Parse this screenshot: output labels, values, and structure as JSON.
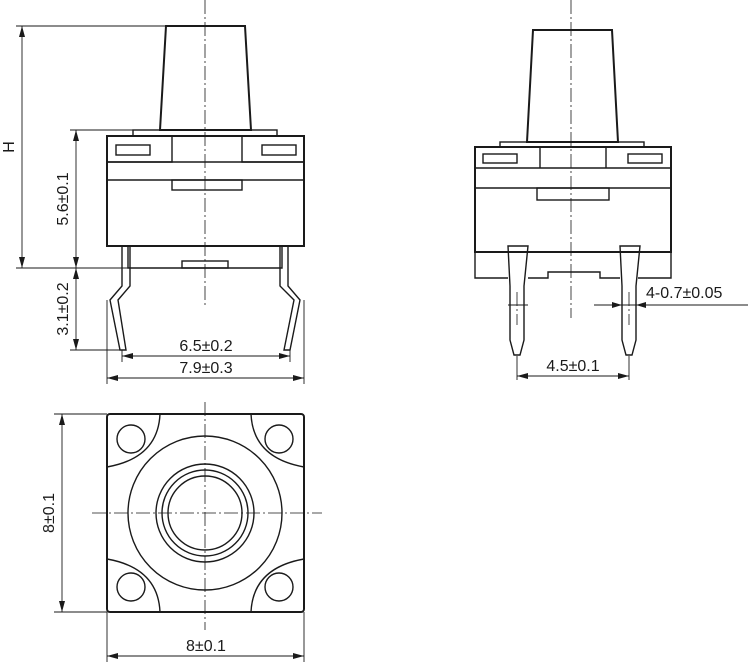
{
  "dimensions": {
    "height": "H",
    "body_height": "5.6±0.1",
    "lead_length": "3.1±0.2",
    "lead_pitch": "6.5±0.2",
    "lead_outer": "7.9±0.3",
    "lead_width": "4-0.7±0.05",
    "lead_spacing": "4.5±0.1",
    "top_height": "8±0.1",
    "top_width": "8±0.1"
  },
  "colors": {
    "line": "#1a1a1a",
    "background": "#ffffff"
  }
}
